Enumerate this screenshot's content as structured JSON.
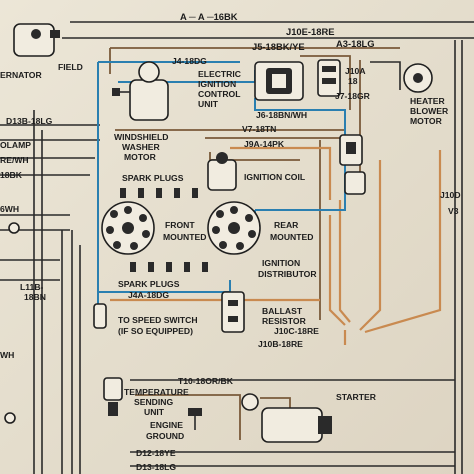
{
  "labels": {
    "a_16bk": "A  ─ A ─16BK",
    "j10e_18re": "J10E-18RE",
    "alternator": "ERNATOR",
    "field": "FIELD",
    "j5_18bk_ye": "J5-18BK/YE",
    "a3_18lg": "A3-18LG",
    "j4_18dg_top": "J4-18DG",
    "electric": "ELECTRIC",
    "ignition": "IGNITION",
    "control": "CONTROL",
    "unit": "UNIT",
    "j10a": "J10A",
    "j10a_18": "18",
    "j7_18gr": "J7-18GR",
    "heater": "HEATER",
    "blower": "BLOWER",
    "motor": "MOTOR",
    "d13b_18lg": "D13B-18LG",
    "olamp": "OLAMP",
    "re_wh": "RE/WH",
    "bk18": "18BK",
    "windshield": "WINDSHIELD",
    "washer": "WASHER",
    "washer_motor": "MOTOR",
    "j6_18bn_wh": "J6-18BN/WH",
    "v7_18tn": "V7-18TN",
    "j9a_14pk": "J9A-14PK",
    "spark_plugs_top": "SPARK PLUGS",
    "ignition_coil": "IGNITION COIL",
    "wh6": "6WH",
    "front": "FRONT",
    "mounted_front": "MOUNTED",
    "rear": "REAR",
    "mounted_rear": "MOUNTED",
    "ignition2": "IGNITION",
    "distributor": "DISTRIBUTOR",
    "spark_plugs_bottom": "SPARK PLUGS",
    "j4a_18dg": "J4A-18DG",
    "l11b": "L11B-",
    "bn18": "18BN",
    "to_speed_switch": "TO SPEED SWITCH",
    "if_so_equipped": "(IF SO EQUIPPED)",
    "ballast": "BALLAST",
    "resistor": "RESISTOR",
    "j10c_18re": "J10C-18RE",
    "j10b_18re": "J10B-18RE",
    "wh_left": "WH",
    "j10d": "J10D",
    "v3": "V3",
    "t10_18or_bk": "T10-18OR/BK",
    "temperature": "TEMPERATURE",
    "sending": "SENDING",
    "sending_unit": "UNIT",
    "engine": "ENGINE",
    "ground": "GROUND",
    "starter": "STARTER",
    "d12_18ye": "D12-18YE",
    "d13_18lg": "D13-18LG"
  }
}
